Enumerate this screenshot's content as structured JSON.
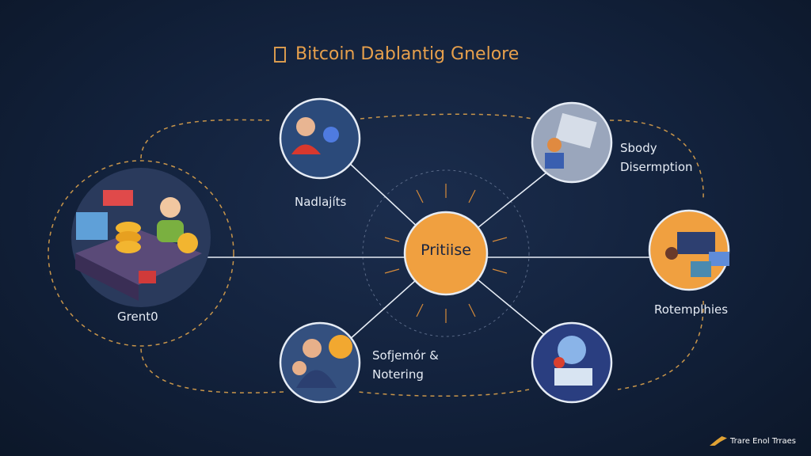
{
  "title": {
    "text": "Bitcoin Dablantig Gnelore",
    "icon": "square-outline-icon"
  },
  "center": {
    "label": "Pritiise",
    "color": "#f0a040"
  },
  "nodes": [
    {
      "id": "left",
      "label": "Grent0"
    },
    {
      "id": "top-left",
      "label": "Nadlajíts"
    },
    {
      "id": "top-right",
      "label_line1": "Sbody",
      "label_line2": "Disermption"
    },
    {
      "id": "right",
      "label": "Rotemplhies"
    },
    {
      "id": "bottom-left",
      "label_line1": "Sofjemór &",
      "label_line2": "Notering"
    },
    {
      "id": "bottom-right",
      "label": ""
    }
  ],
  "brand": {
    "text": "Trare Enol Trraes"
  },
  "colors": {
    "accent": "#f0a040",
    "line": "#e6ecf5",
    "dash": "#c8954a"
  }
}
